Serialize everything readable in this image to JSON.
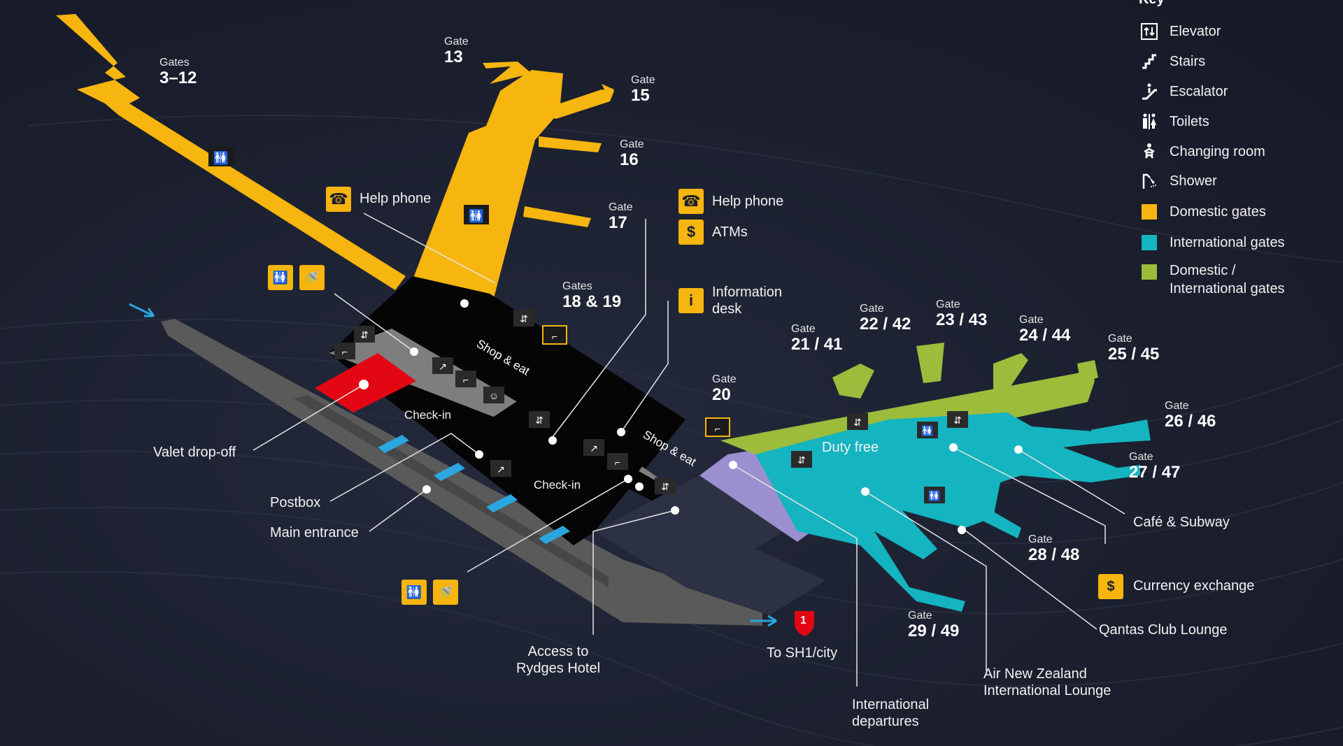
{
  "legend": {
    "title": "Key",
    "items": [
      {
        "icon": "elevator-icon",
        "label": "Elevator"
      },
      {
        "icon": "stairs-icon",
        "label": "Stairs"
      },
      {
        "icon": "escalator-icon",
        "label": "Escalator"
      },
      {
        "icon": "toilets-icon",
        "label": "Toilets"
      },
      {
        "icon": "changing-room-icon",
        "label": "Changing room"
      },
      {
        "icon": "shower-icon",
        "label": "Shower"
      },
      {
        "swatch": "#f6b50f",
        "label": "Domestic gates"
      },
      {
        "swatch": "#14b4c0",
        "label": "International gates"
      },
      {
        "swatch": "#9cbc3c",
        "label": "Domestic / International gates"
      }
    ]
  },
  "gates": {
    "word": "Gate",
    "word_plural": "Gates",
    "g3_12": "3–12",
    "g13": "13",
    "g15": "15",
    "g16": "16",
    "g17": "17",
    "g18_19": "18 & 19",
    "g20": "20",
    "g21_41": "21 / 41",
    "g22_42": "22 / 42",
    "g23_43": "23 / 43",
    "g24_44": "24 / 44",
    "g25_45": "25 / 45",
    "g26_46": "26 / 46",
    "g27_47": "27 / 47",
    "g28_48": "28 / 48",
    "g29_49": "29 / 49"
  },
  "areas": {
    "shop_eat": "Shop & eat",
    "checkin": "Check-in",
    "duty_free": "Duty free"
  },
  "callouts": {
    "help_phone": "Help phone",
    "atms": "ATMs",
    "information_desk": "Information desk",
    "valet_dropoff": "Valet drop-off",
    "postbox": "Postbox",
    "main_entrance": "Main entrance",
    "access_rydges": "Access to Rydges Hotel",
    "to_sh1_city": "To SH1/city",
    "sh1_shield": "1",
    "international_departures": "International departures",
    "air_nz_lounge": "Air New Zealand International Lounge",
    "qantas_lounge": "Qantas Club Lounge",
    "currency_exchange": "Currency exchange",
    "cafe_subway": "Café & Subway"
  },
  "icons": {
    "atm_symbol": "$",
    "info_symbol": "i"
  },
  "colors": {
    "background": "#1b1f2e",
    "domestic": "#f6b50f",
    "international": "#14b4c0",
    "dom_int": "#9cbc3c",
    "terminal_black": "#050505",
    "terminal_grey": "#8a8a8a",
    "valet_red": "#e30613",
    "departures_purple": "#9b8fd0",
    "road_grey": "#5a5a5a",
    "entrance_blue": "#2aa6e0"
  }
}
